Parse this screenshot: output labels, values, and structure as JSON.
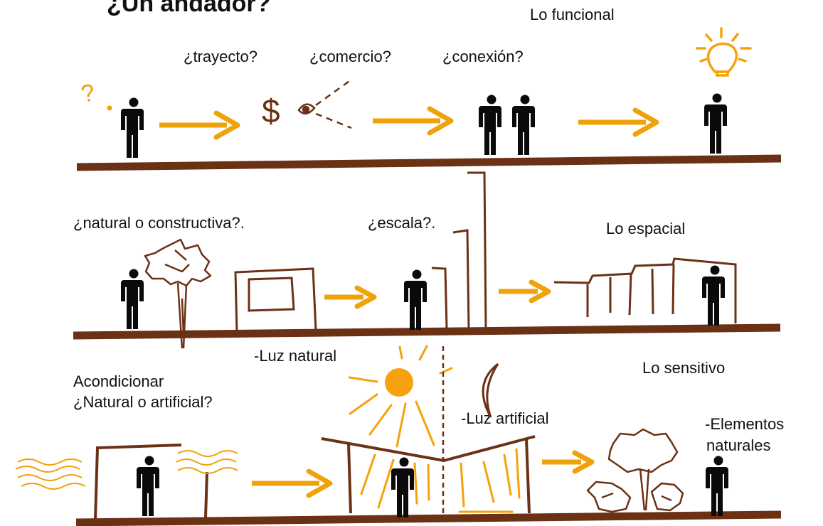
{
  "title": "¿Un andador?",
  "colors": {
    "ground": "#6b3115",
    "arrow": "#f0a20b",
    "person": "#0a0a0a",
    "sun": "#f5a20c",
    "sketch": "#6b3115"
  },
  "row1": {
    "heading": "Lo funcional",
    "questions": [
      "¿trayecto?",
      "¿comercio?",
      "¿conexión?"
    ],
    "symbol_dollar": "$",
    "symbol_question": "?"
  },
  "row2": {
    "question_nature": "¿natural o constructiva?.",
    "question_scale": "¿escala?.",
    "heading": "Lo espacial"
  },
  "row3": {
    "heading": "Lo sensitivo",
    "condition_line1": "Acondicionar",
    "condition_line2": "¿Natural o artificial?",
    "natural_light": "-Luz natural",
    "artificial_light": "-Luz artificial",
    "natural_elements_line1": "-Elementos",
    "natural_elements_line2": "naturales"
  }
}
